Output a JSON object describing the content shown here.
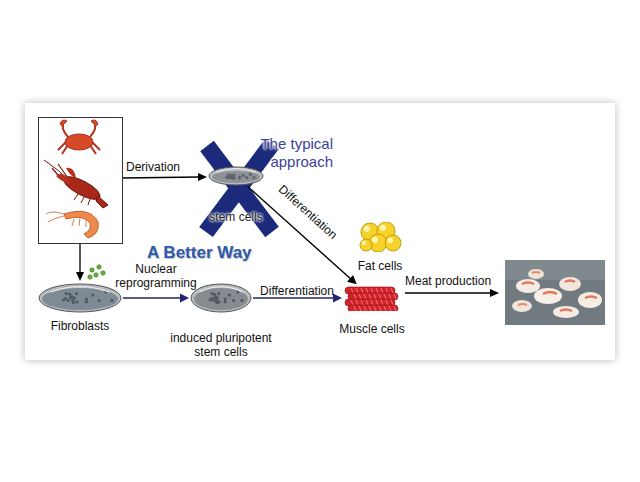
{
  "diagram": {
    "nodes": [
      {
        "text": [
          "stem cells"
        ]
      },
      {
        "text": [
          "Fat cells"
        ]
      },
      {
        "text": [
          "Fibroblasts"
        ]
      },
      {
        "text": [
          "induced pluripotent stem cells"
        ]
      },
      {
        "text": [
          "Muscle cells"
        ]
      }
    ],
    "edges": [
      {
        "from": 0,
        "to": 4,
        "arrow": "to",
        "label": "Differentiation"
      },
      {
        "from": 2,
        "to": 3,
        "arrow": "to",
        "label": "Nuclear reprogramming"
      },
      {
        "from": 3,
        "to": 4,
        "arrow": "to",
        "label": "Differentiation"
      }
    ],
    "labels": [
      "The typical approach",
      "Derivation",
      "A Better Way",
      "Meat production"
    ]
  }
}
